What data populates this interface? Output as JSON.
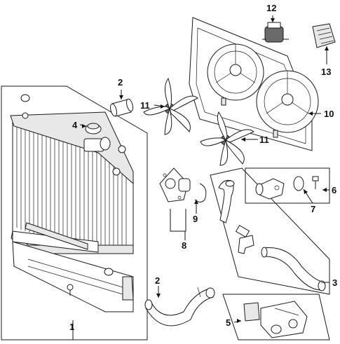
{
  "callouts": [
    {
      "id": "c1",
      "label": "1"
    },
    {
      "id": "c2a",
      "label": "2"
    },
    {
      "id": "c2b",
      "label": "2"
    },
    {
      "id": "c3",
      "label": "3"
    },
    {
      "id": "c4",
      "label": "4"
    },
    {
      "id": "c5",
      "label": "5"
    },
    {
      "id": "c6",
      "label": "6"
    },
    {
      "id": "c7",
      "label": "7"
    },
    {
      "id": "c8",
      "label": "8"
    },
    {
      "id": "c9",
      "label": "9"
    },
    {
      "id": "c10",
      "label": "10"
    },
    {
      "id": "c11a",
      "label": "11"
    },
    {
      "id": "c11b",
      "label": "11"
    },
    {
      "id": "c12",
      "label": "12"
    },
    {
      "id": "c13",
      "label": "13"
    }
  ]
}
